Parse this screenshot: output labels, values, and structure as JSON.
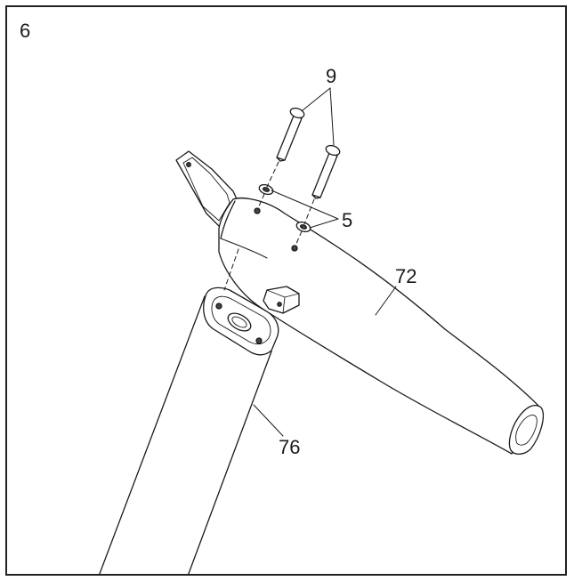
{
  "step": {
    "number": "6"
  },
  "callouts": {
    "bolts": "9",
    "washers": "5",
    "upper_tube": "72",
    "lower_tube": "76"
  },
  "colors": {
    "line": "#1a1a1a",
    "fill": "#ffffff",
    "hole": "#444444"
  }
}
